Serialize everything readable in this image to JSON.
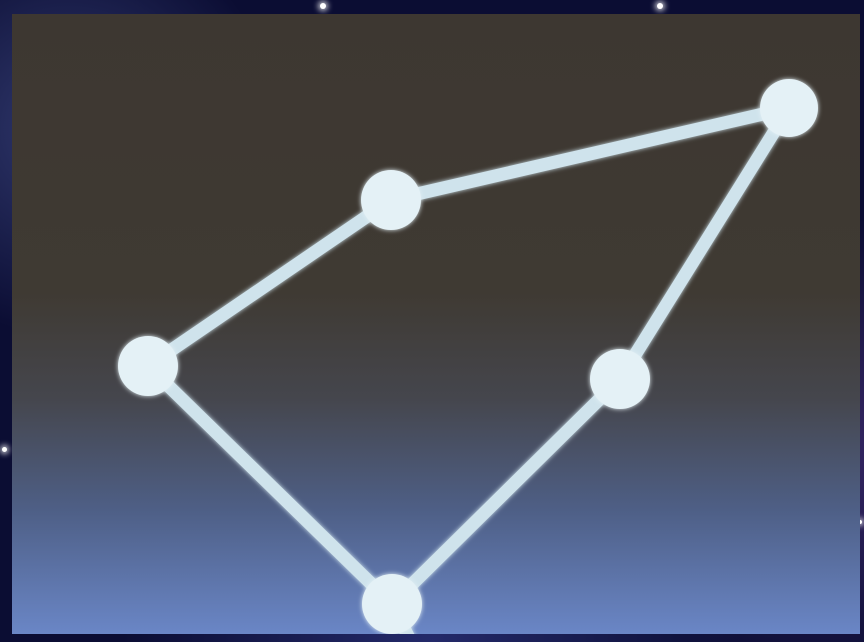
{
  "scene": {
    "background_color": "#0b0d33",
    "line_color": "#cfe3ec",
    "node_color": "#e4f1f6",
    "nodes": [
      {
        "id": "top-right"
      },
      {
        "id": "upper-middle"
      },
      {
        "id": "left"
      },
      {
        "id": "bottom"
      },
      {
        "id": "right-middle"
      }
    ],
    "edges": [
      {
        "from": "top-right",
        "to": "upper-middle"
      },
      {
        "from": "upper-middle",
        "to": "left"
      },
      {
        "from": "left",
        "to": "bottom"
      },
      {
        "from": "bottom",
        "to": "right-middle"
      },
      {
        "from": "right-middle",
        "to": "top-right"
      },
      {
        "from": "bottom",
        "to": "offscreen"
      }
    ]
  }
}
